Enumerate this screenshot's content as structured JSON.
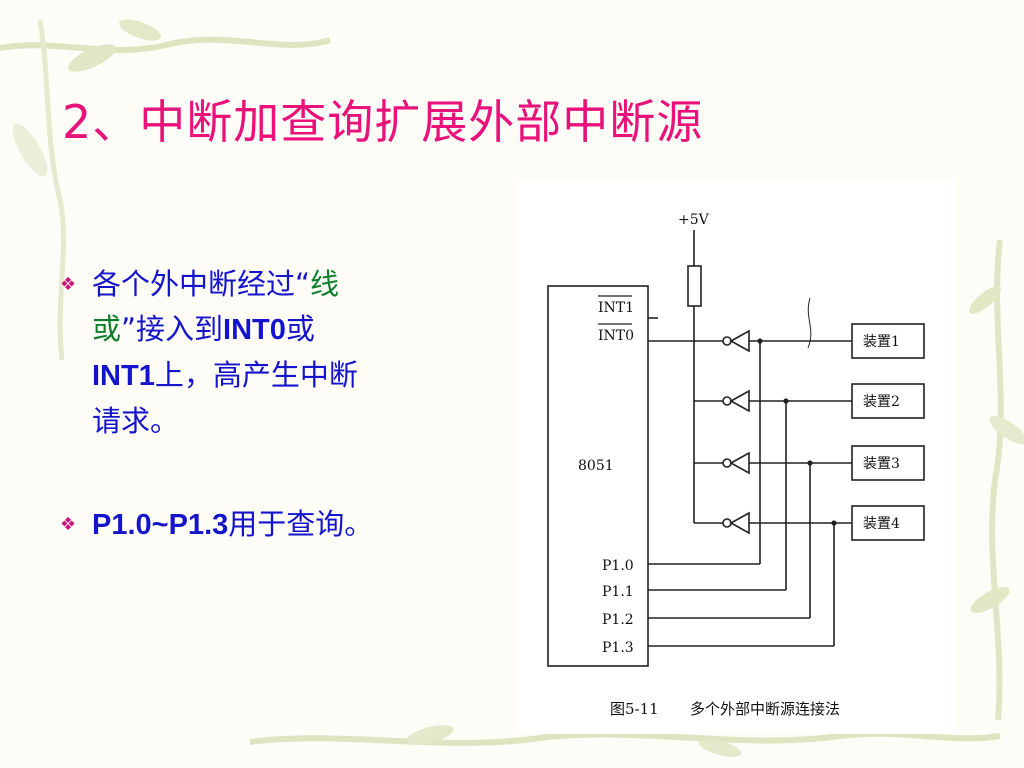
{
  "slide": {
    "title": "2、中断加查询扩展外部中断源",
    "bullets": [
      {
        "icon": "diamond-bullet-icon",
        "line1_a": "各个外中断经过“",
        "line1_b": "线",
        "line2_a": "或",
        "line2_b": "”接入到",
        "line2_c": "INT0",
        "line2_d": "或",
        "line3_a": "INT1",
        "line3_b": "上，高产生中断",
        "line4": "请求。"
      },
      {
        "icon": "diamond-bullet-icon",
        "part1": "P1.0~P1.3",
        "part2": "用于查询。"
      }
    ]
  },
  "figure": {
    "supply": "+5V",
    "chip_label": "8051",
    "int1": "INT1",
    "int0": "INT0",
    "ports": [
      "P1.0",
      "P1.1",
      "P1.2",
      "P1.3"
    ],
    "devices": [
      "装置1",
      "装置2",
      "装置3",
      "装置4"
    ],
    "caption_num": "图5-11",
    "caption_text": "多个外部中断源连接法"
  },
  "colors": {
    "title": "#e8127a",
    "bullet_text": "#1414cc",
    "highlight": "#0f7d2a",
    "bullet_marker": "#c8157a"
  }
}
